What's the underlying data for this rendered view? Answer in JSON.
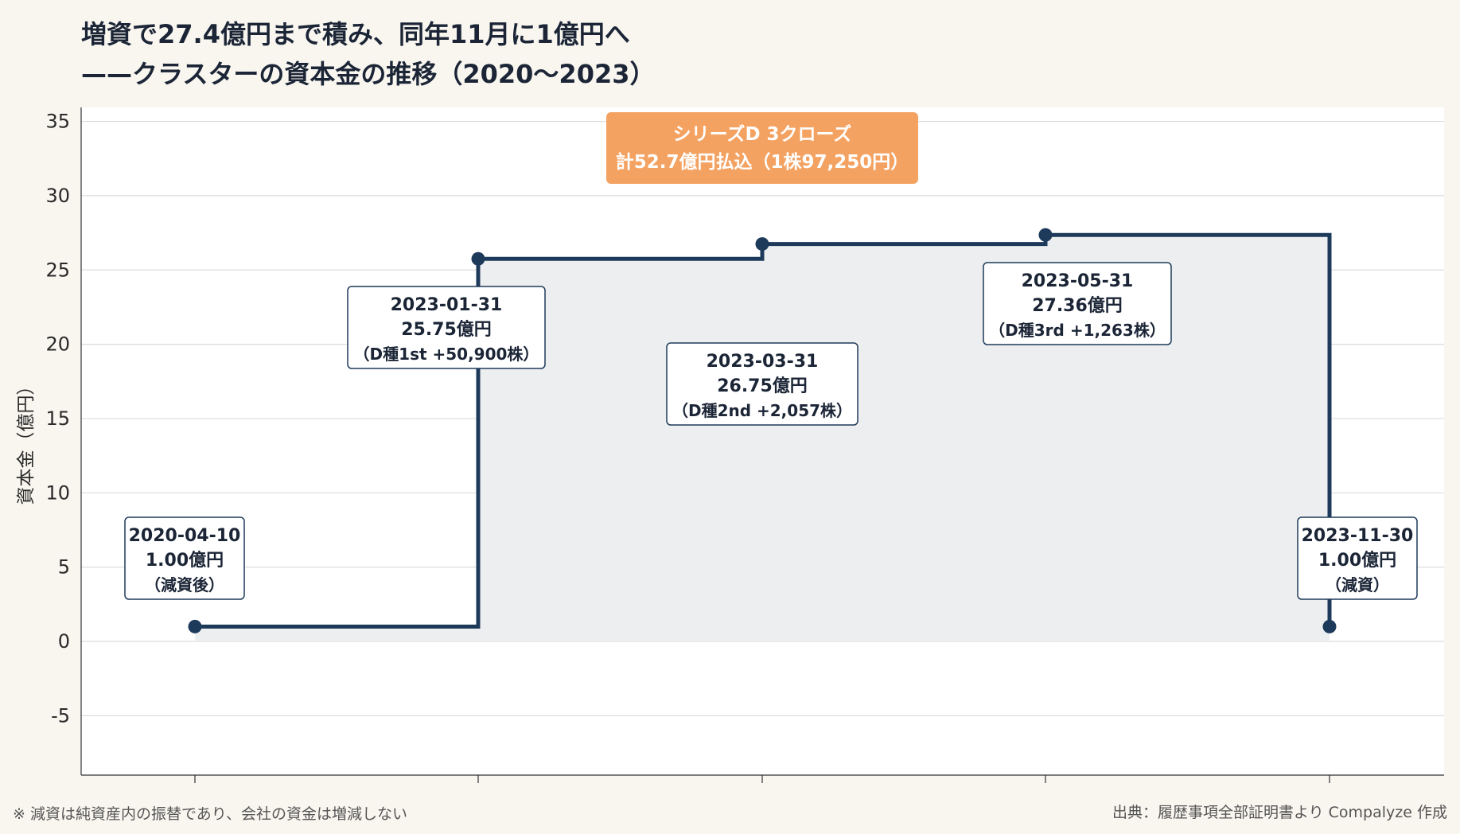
{
  "title": {
    "line1": "増資で27.4億円まで積み、同年11月に1億円へ",
    "line2": "——クラスターの資本金の推移（2020〜2023）"
  },
  "chart_data": {
    "type": "step-area",
    "ylabel": "資本金（億円）",
    "ylim": [
      -9,
      36
    ],
    "yticks": [
      -5,
      0,
      5,
      10,
      15,
      20,
      25,
      30,
      35
    ],
    "grid": true,
    "points": [
      {
        "date": "2020-04-10",
        "value": 1.0,
        "label_lines": [
          "2020-04-10",
          "1.00億円",
          "（減資後）"
        ]
      },
      {
        "date": "2023-01-31",
        "value": 25.75,
        "label_lines": [
          "2023-01-31",
          "25.75億円",
          "（D種1st +50,900株）"
        ]
      },
      {
        "date": "2023-03-31",
        "value": 26.75,
        "label_lines": [
          "2023-03-31",
          "26.75億円",
          "（D種2nd +2,057株）"
        ]
      },
      {
        "date": "2023-05-31",
        "value": 27.36,
        "label_lines": [
          "2023-05-31",
          "27.36億円",
          "（D種3rd +1,263株）"
        ]
      },
      {
        "date": "2023-11-30",
        "value": 1.0,
        "label_lines": [
          "2023-11-30",
          "1.00億円",
          "（減資）"
        ]
      }
    ],
    "highlight": {
      "lines": [
        "シリーズD 3クローズ",
        "計52.7億円払込（1株97,250円）"
      ],
      "color": "#f4a261"
    },
    "colors": {
      "line": "#1e3a5a",
      "fill": "#eceef0",
      "grid": "#dcdcdc",
      "plot_bg": "#ffffff"
    }
  },
  "footer": {
    "note": "※ 減資は純資産内の振替であり、会社の資金は増減しない",
    "source": "出典：履歴事項全部証明書より Compalyze 作成"
  }
}
